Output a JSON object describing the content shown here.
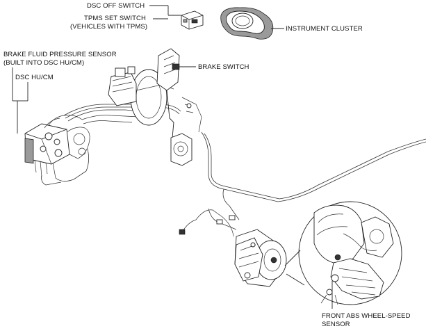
{
  "labels": {
    "dsc_off_switch": "DSC OFF SWITCH",
    "tpms_set_switch_1": "TPMS SET SWITCH",
    "tpms_set_switch_2": "(VEHICLES WITH TPMS)",
    "instrument_cluster": "INSTRUMENT CLUSTER",
    "brake_fluid_sensor_1": "BRAKE FLUID PRESSURE SENSOR",
    "brake_fluid_sensor_2": "(BUILT INTO DSC HU/CM)",
    "dsc_hu_cm": "DSC HU/CM",
    "brake_switch": "BRAKE SWITCH",
    "front_abs_1": "FRONT ABS WHEEL-SPEED",
    "front_abs_2": "SENSOR"
  },
  "icons": [
    "dsc-off-switch-icon",
    "instrument-cluster-icon",
    "dsc-hu-cm-icon",
    "brake-booster-icon",
    "brake-caliper-icon",
    "abs-sensor-icon"
  ]
}
